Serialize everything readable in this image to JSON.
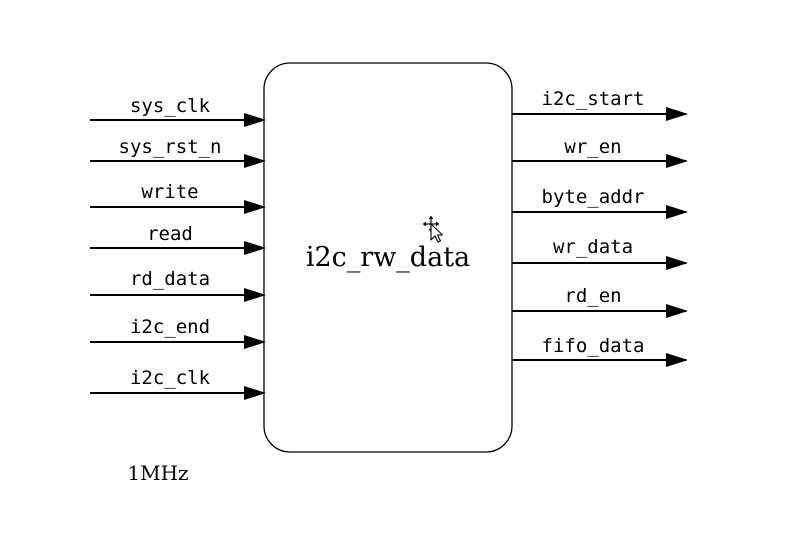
{
  "module": {
    "name": "i2c_rw_data"
  },
  "inputs": [
    {
      "label": "sys_clk"
    },
    {
      "label": "sys_rst_n"
    },
    {
      "label": "write"
    },
    {
      "label": "read"
    },
    {
      "label": "rd_data"
    },
    {
      "label": "i2c_end"
    },
    {
      "label": "i2c_clk"
    }
  ],
  "outputs": [
    {
      "label": "i2c_start"
    },
    {
      "label": "wr_en"
    },
    {
      "label": "byte_addr"
    },
    {
      "label": "wr_data"
    },
    {
      "label": "rd_en"
    },
    {
      "label": "fifo_data"
    }
  ],
  "annotation": {
    "clock_frequency": "1MHz"
  },
  "icons": {
    "cursor": "move-cursor-icon"
  }
}
